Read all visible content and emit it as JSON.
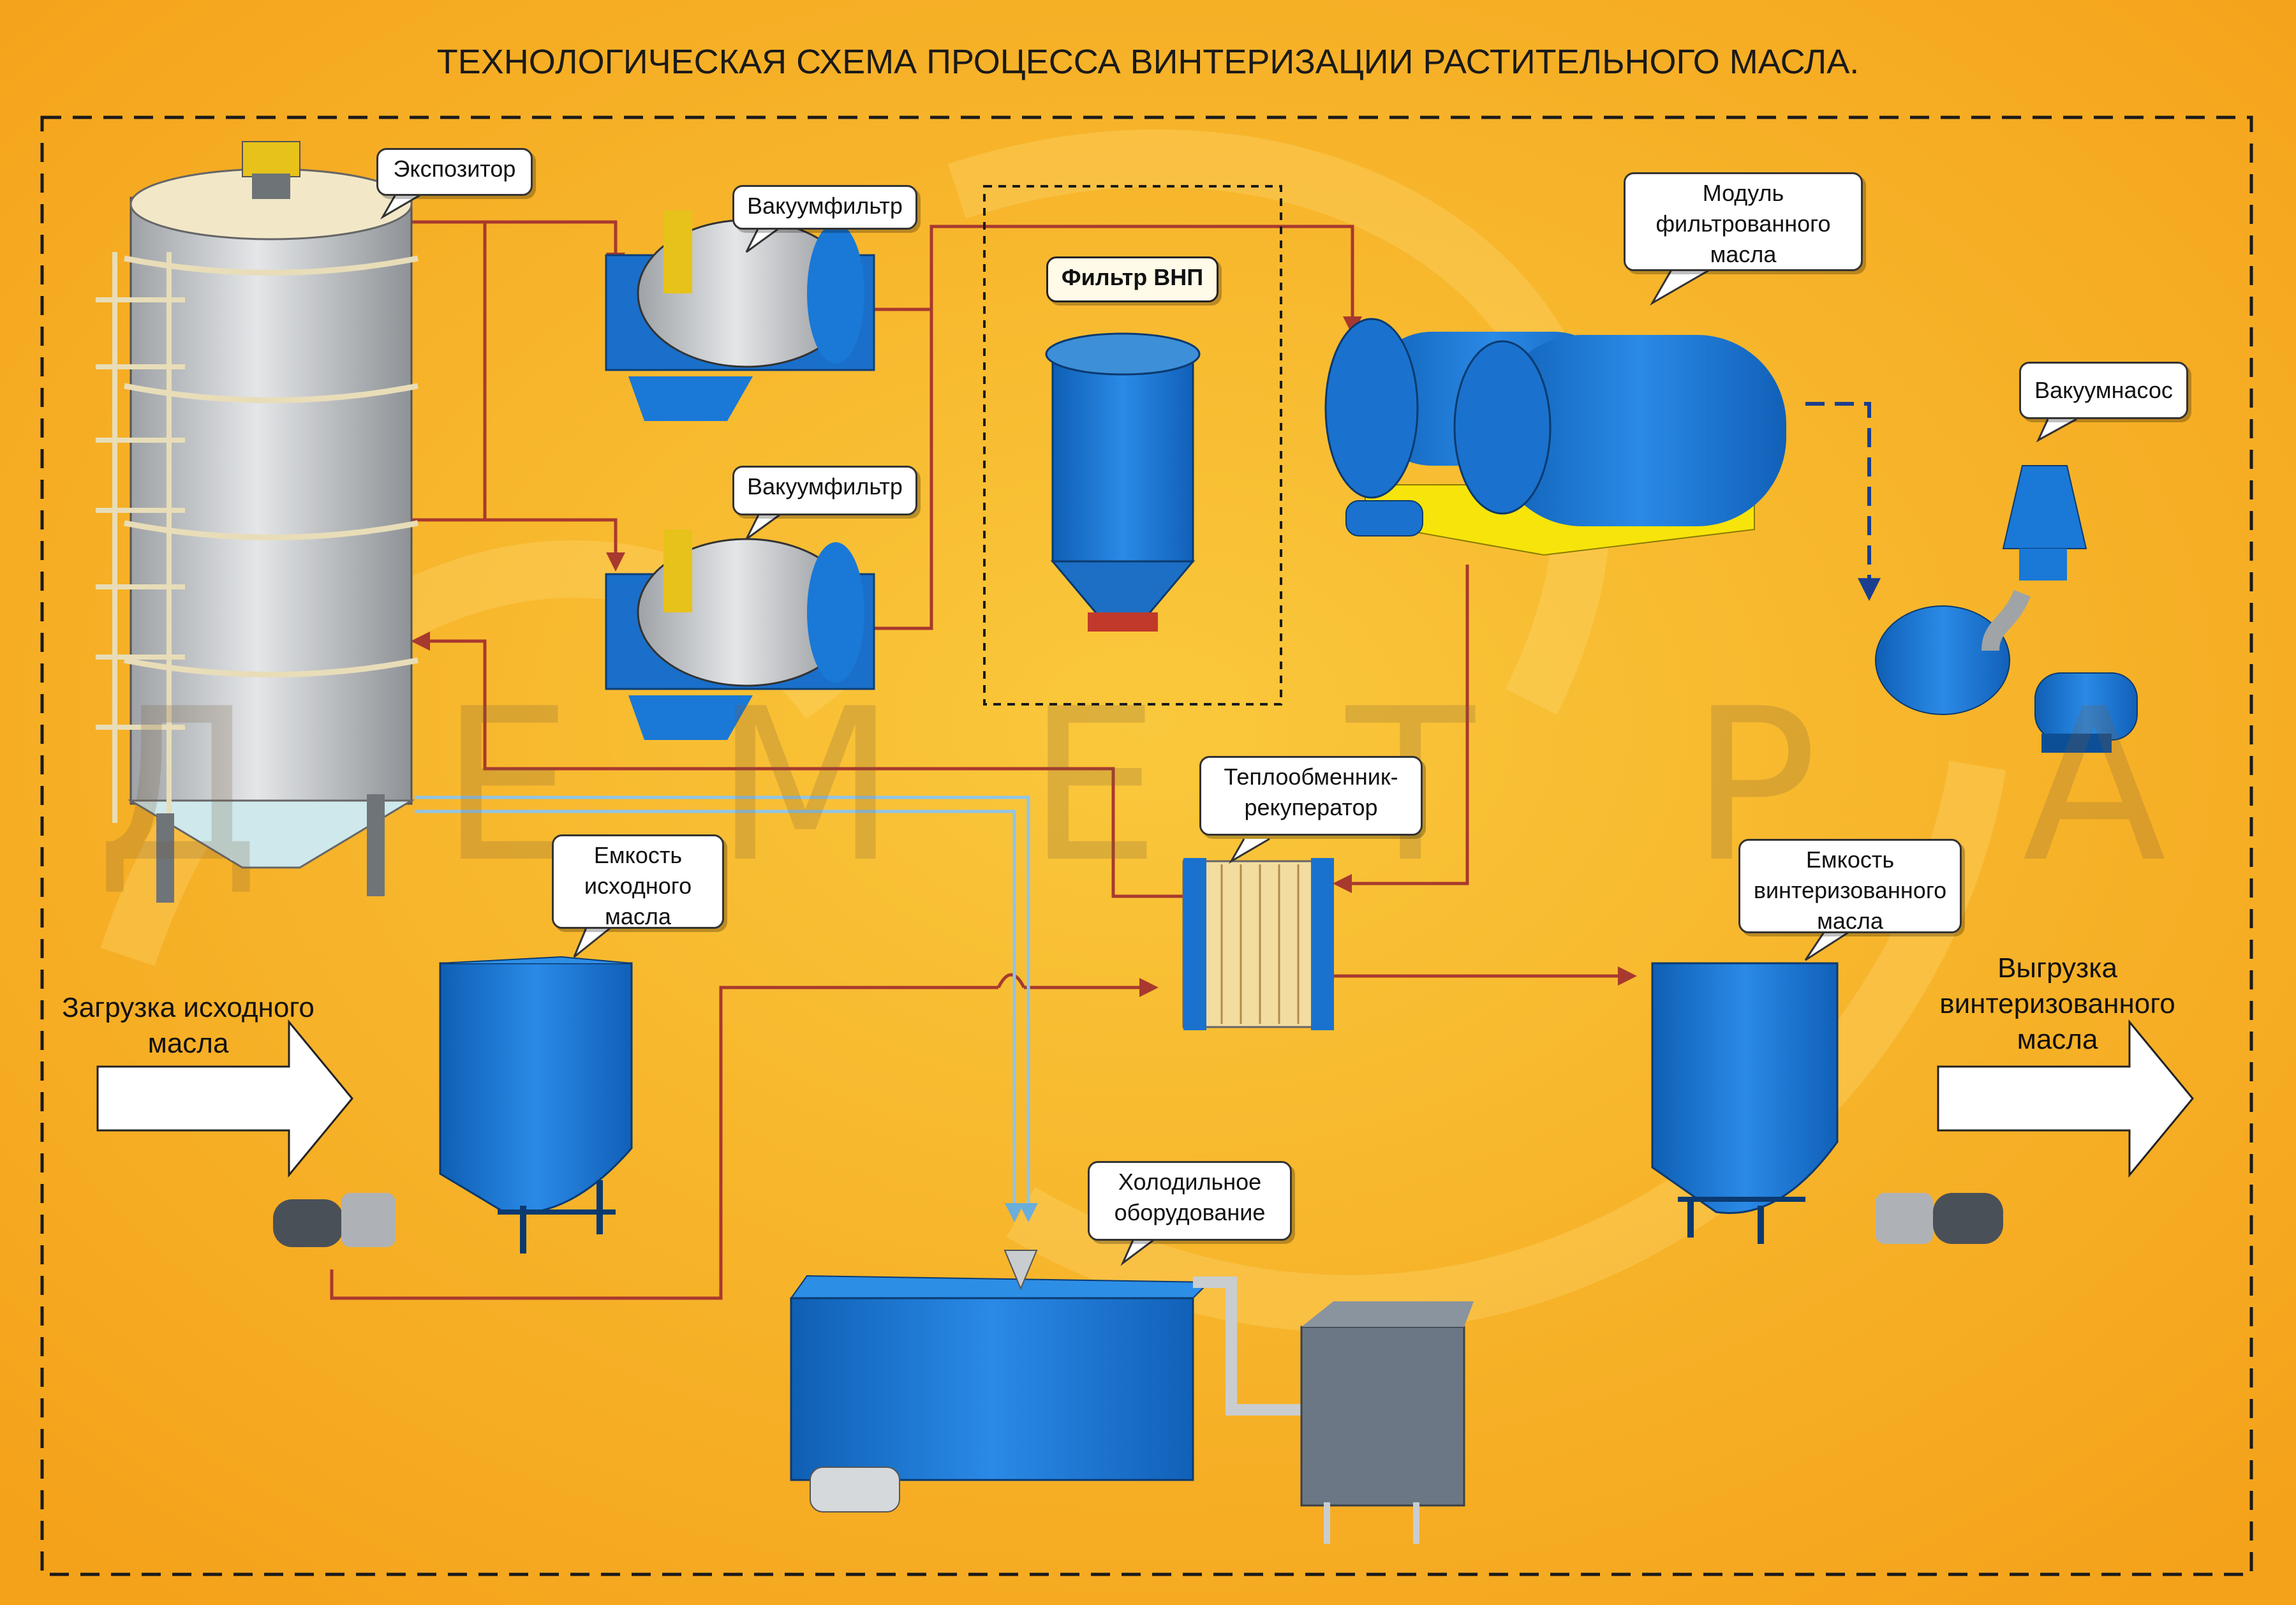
{
  "title": "ТЕХНОЛОГИЧЕСКАЯ СХЕМА ПРОЦЕССА ВИНТЕРИЗАЦИИ РАСТИТЕЛЬНОГО МАСЛА.",
  "watermark": [
    "Д",
    "Е",
    "М",
    "Е",
    "Т",
    "Р",
    "А"
  ],
  "callouts": {
    "expositor": "Экспозитор",
    "vacuum_filter_1": "Вакуумфильтр",
    "vacuum_filter_2": "Вакуумфильтр",
    "filter_vnp": "Фильтр ВНП",
    "filtered_module_line1": "Модуль",
    "filtered_module_line2": "фильтрованного",
    "filtered_module_line3": "масла",
    "vacuum_pump": "Вакуумнасос",
    "heat_exchanger_line1": "Теплообменник-",
    "heat_exchanger_line2": "рекуператор",
    "source_tank_line1": "Емкость",
    "source_tank_line2": "исходного",
    "source_tank_line3": "масла",
    "winterized_tank_line1": "Емкость",
    "winterized_tank_line2": "винтеризованного",
    "winterized_tank_line3": "масла",
    "cooling_line1": "Холодильное",
    "cooling_line2": "оборудование"
  },
  "flows": {
    "loading_line1": "Загрузка исходного",
    "loading_line2": "масла",
    "unloading_line1": "Выгрузка",
    "unloading_line2": "винтеризованного",
    "unloading_line3": "масла"
  },
  "colors": {
    "background": "#f6ae1e",
    "equipment_blue": "#1a78d6",
    "pipe_red": "#a8392e",
    "pipe_light_blue": "#8fc4e8",
    "vacuum_line": "#1b3f8f"
  }
}
